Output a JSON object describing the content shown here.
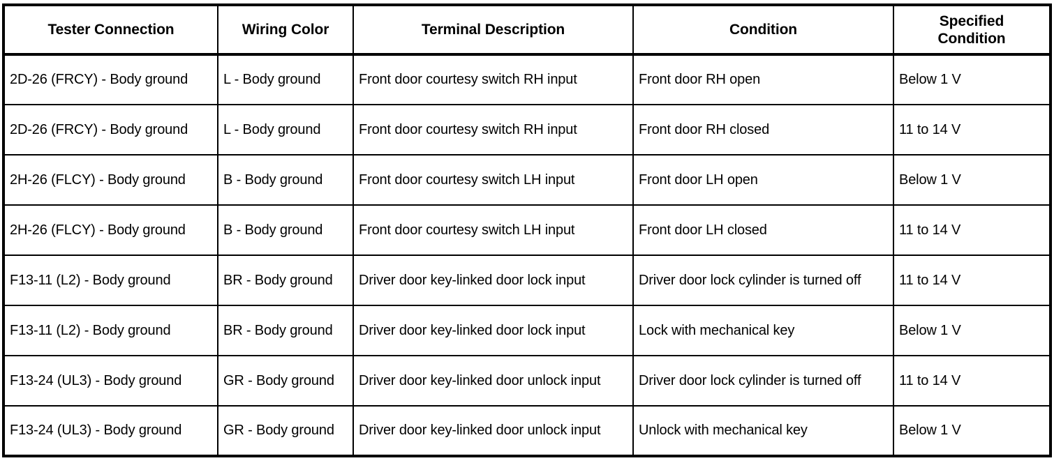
{
  "table": {
    "name": "inspection-specification-table",
    "columns": [
      {
        "key": "tester_connection",
        "label": "Tester Connection"
      },
      {
        "key": "wiring_color",
        "label": "Wiring Color"
      },
      {
        "key": "terminal_description",
        "label": "Terminal Description"
      },
      {
        "key": "condition",
        "label": "Condition"
      },
      {
        "key": "specified_condition",
        "label": "Specified\nCondition"
      }
    ],
    "rows": [
      {
        "tester_connection": "2D-26 (FRCY) - Body ground",
        "wiring_color": "L - Body ground",
        "terminal_description": "Front door courtesy switch RH input",
        "condition": "Front door RH open",
        "specified_condition": "Below 1 V"
      },
      {
        "tester_connection": "2D-26 (FRCY) - Body ground",
        "wiring_color": "L - Body ground",
        "terminal_description": "Front door courtesy switch RH input",
        "condition": "Front door RH closed",
        "specified_condition": "11 to 14 V"
      },
      {
        "tester_connection": "2H-26 (FLCY) - Body ground",
        "wiring_color": "B - Body ground",
        "terminal_description": "Front door courtesy switch LH input",
        "condition": "Front door LH open",
        "specified_condition": "Below 1 V"
      },
      {
        "tester_connection": "2H-26 (FLCY) - Body ground",
        "wiring_color": "B - Body ground",
        "terminal_description": "Front door courtesy switch LH input",
        "condition": "Front door LH closed",
        "specified_condition": "11 to 14 V"
      },
      {
        "tester_connection": "F13-11 (L2) - Body ground",
        "wiring_color": "BR - Body ground",
        "terminal_description": "Driver door key-linked door lock input",
        "condition": "Driver door lock cylinder is turned off",
        "specified_condition": "11 to 14 V"
      },
      {
        "tester_connection": "F13-11 (L2) - Body ground",
        "wiring_color": "BR - Body ground",
        "terminal_description": "Driver door key-linked door lock input",
        "condition": "Lock with mechanical key",
        "specified_condition": "Below 1 V"
      },
      {
        "tester_connection": "F13-24 (UL3) - Body ground",
        "wiring_color": "GR - Body ground",
        "terminal_description": "Driver door key-linked door unlock input",
        "condition": "Driver door lock cylinder is turned off",
        "specified_condition": "11 to 14 V"
      },
      {
        "tester_connection": "F13-24 (UL3) - Body ground",
        "wiring_color": "GR - Body ground",
        "terminal_description": "Driver door key-linked door unlock input",
        "condition": "Unlock with mechanical key",
        "specified_condition": "Below 1 V"
      }
    ]
  },
  "colors": {
    "border": "#000000",
    "background": "#ffffff",
    "text": "#000000"
  }
}
